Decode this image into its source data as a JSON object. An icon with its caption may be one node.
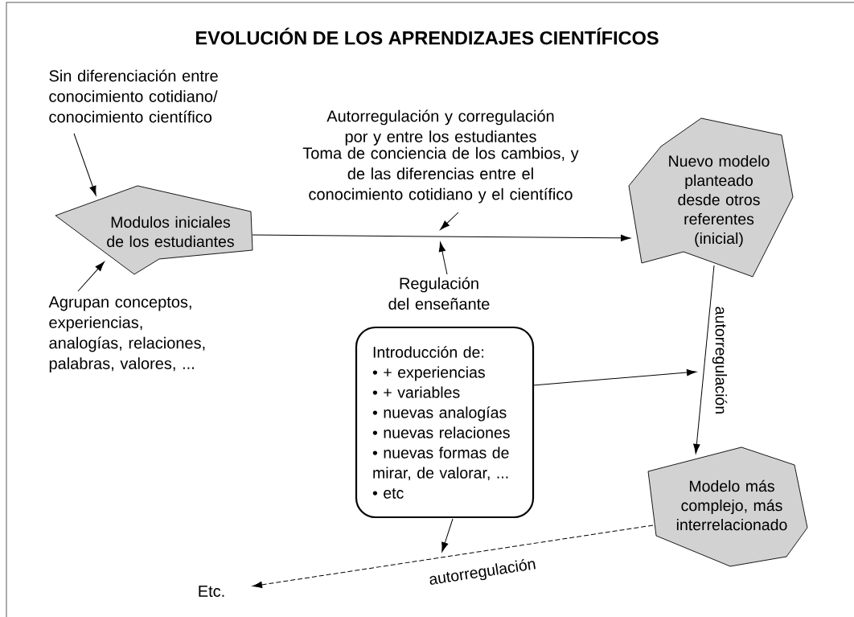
{
  "diagram": {
    "title": "EVOLUCIÓN DE LOS APRENDIZAJES CIENTÍFICOS",
    "nodes": [
      {
        "text": [
          "Sin diferenciación entre conocimiento cotidiano/ conocimiento científico"
        ]
      },
      {
        "text": [
          "Agrupan conceptos, experiencias, analogías, relaciones, palabras, valores, ..."
        ]
      },
      {
        "text": [
          "Modulos iniciales de los estudiantes"
        ]
      },
      {
        "text": [
          "Autorregulación y corregulación por y entre los estudiantes",
          "Toma de conciencia de los cambios, y de las diferencias entre el conocimiento cotidiano y el científico"
        ]
      },
      {
        "text": [
          "Regulación del enseñante"
        ]
      },
      {
        "text": [
          "Nuevo modelo planteado desde otros referentes (inicial)"
        ]
      },
      {
        "text": [
          "Introducción de:",
          "• + experiencias",
          "• + variables",
          "• nuevas analogías",
          "• nuevas relaciones",
          "• nuevas formas de mirar, de valorar, ...",
          "• etc"
        ]
      },
      {
        "text": [
          "Modelo más complejo, más interrelacionado"
        ]
      },
      {
        "text": [
          "Etc."
        ]
      }
    ],
    "edges": [
      {
        "from": 0,
        "to": 2,
        "arrow": "to"
      },
      {
        "from": 1,
        "to": 2,
        "arrow": "to"
      },
      {
        "from": 2,
        "to": 5,
        "arrow": "to"
      },
      {
        "from": 3,
        "to": null,
        "arrow": "to"
      },
      {
        "from": 4,
        "to": null,
        "arrow": "to"
      },
      {
        "from": 6,
        "to": null,
        "arrow": "to"
      },
      {
        "from": 5,
        "to": 7,
        "arrow": "to",
        "label": "autorregulación"
      },
      {
        "from": 6,
        "to": null,
        "arrow": "to"
      },
      {
        "from": 7,
        "to": 8,
        "arrow": "to",
        "label": "autorregulación",
        "style": "dashed"
      }
    ]
  }
}
